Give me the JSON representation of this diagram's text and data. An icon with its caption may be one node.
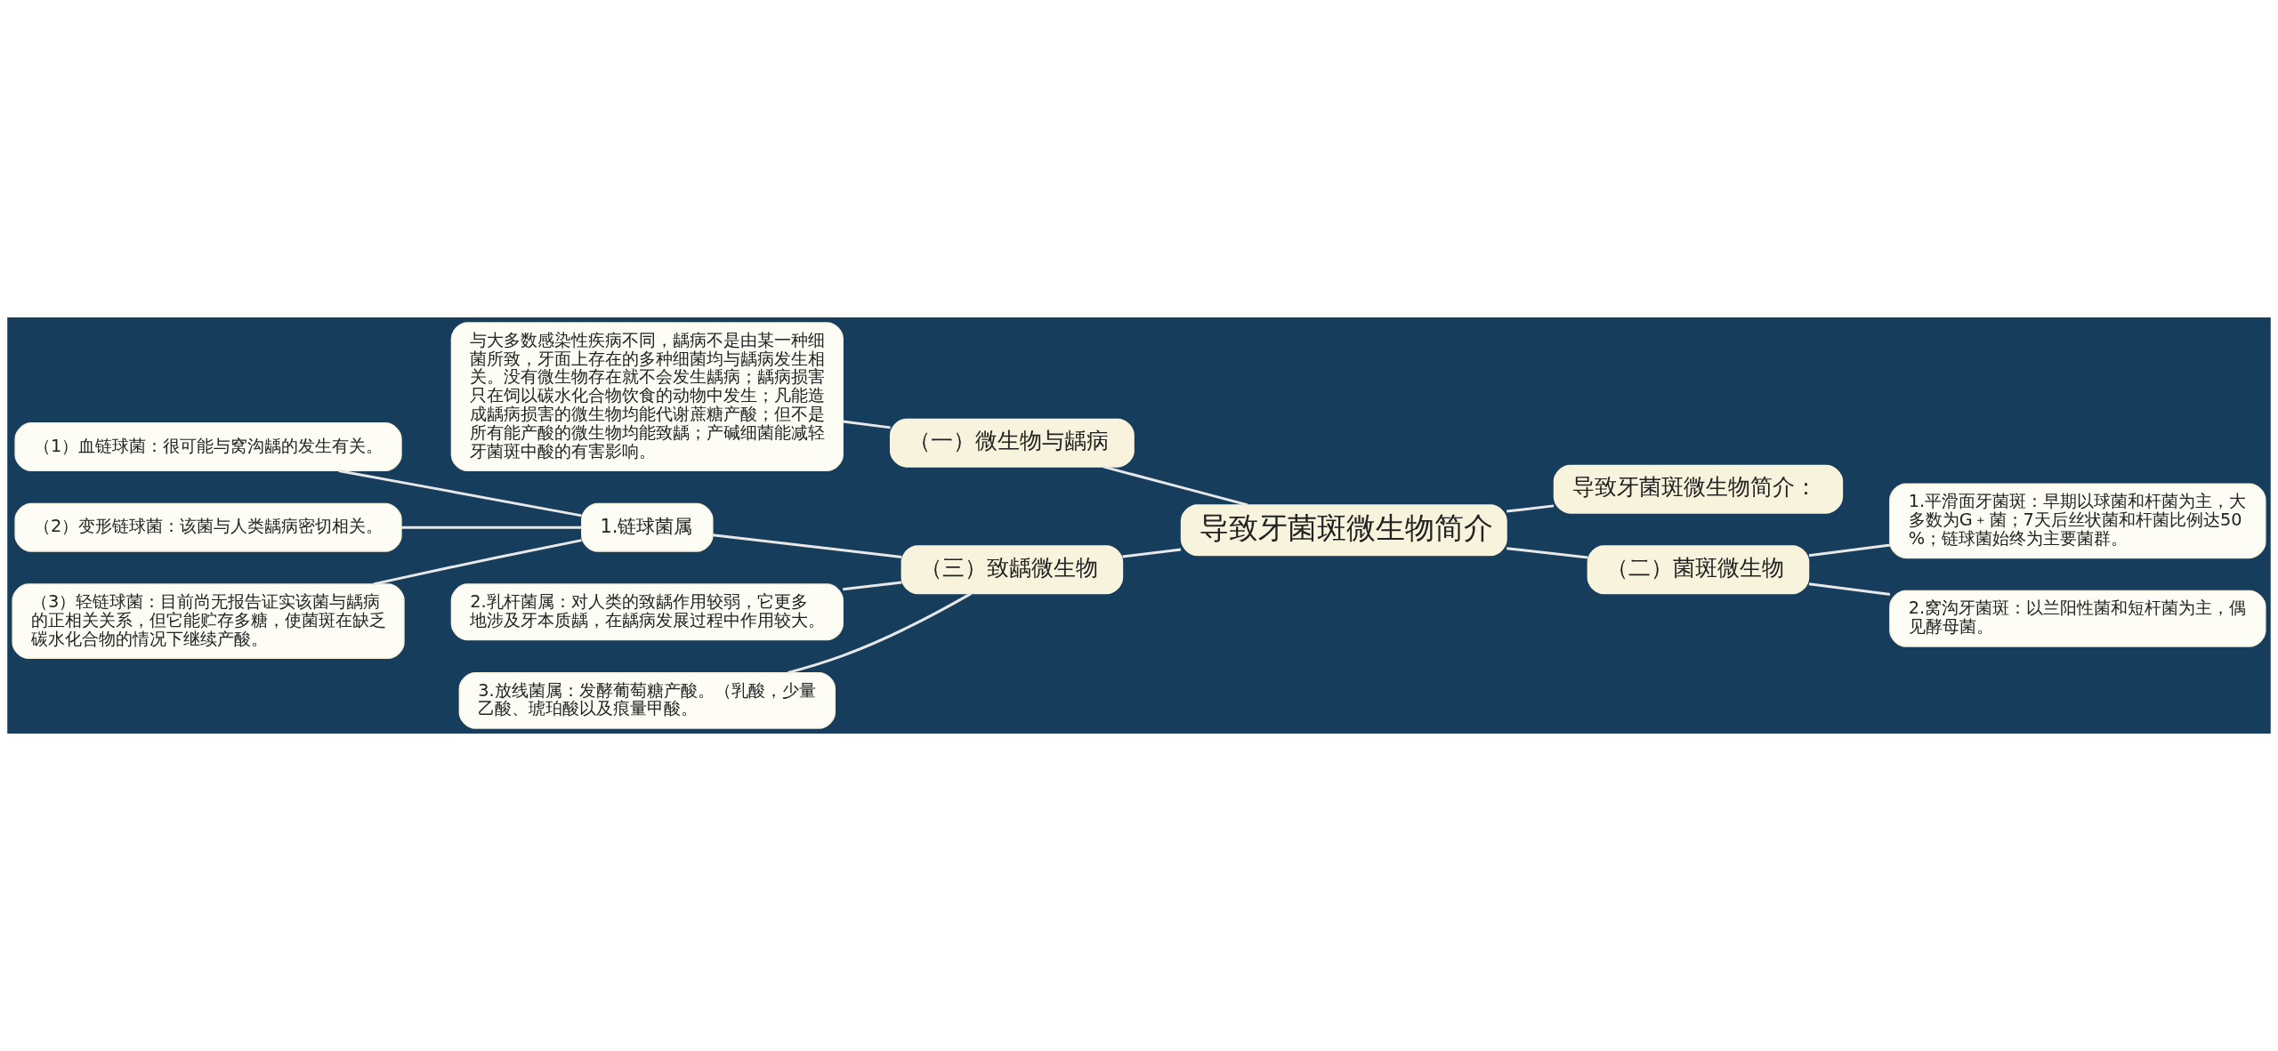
{
  "diagram": {
    "nodes": [
      {
        "text": [
          "导致牙菌斑微生物简介"
        ]
      },
      {
        "text": [
          "（一）微生物与龋病"
        ]
      },
      {
        "text": [
          "与大多数感染性疾病不同，龋病不是由某一种细菌所致，牙面上存在的多种细菌均与龋病发生相关。没有微生物存在就不会发生龋病；龋病损害只在饲以碳水化合物饮食的动物中发生；凡能造成龋病损害的微生物均能代谢蔗糖产酸；但不是所有能产酸的微生物均能致龋；产碱细菌能减轻牙菌斑中酸的有害影响。"
        ]
      },
      {
        "text": [
          "（三）致龋微生物"
        ]
      },
      {
        "text": [
          "1.链球菌属"
        ]
      },
      {
        "text": [
          "（1）血链球菌：很可能与窝沟龋的发生有关。"
        ]
      },
      {
        "text": [
          "（2）变形链球菌：该菌与人类龋病密切相关。"
        ]
      },
      {
        "text": [
          "（3）轻链球菌：目前尚无报告证实该菌与龋病的正相关关系，但它能贮存多糖，使菌斑在缺乏碳水化合物的情况下继续产酸。"
        ]
      },
      {
        "text": [
          "2.乳杆菌属：对人类的致龋作用较弱，它更多地涉及牙本质龋，在龋病发展过程中作用较大。"
        ]
      },
      {
        "text": [
          "3.放线菌属：发酵葡萄糖产酸。（乳酸，少量乙酸、琥珀酸以及痕量甲酸。"
        ]
      },
      {
        "text": [
          "导致牙菌斑微生物简介："
        ]
      },
      {
        "text": [
          "（二）菌斑微生物"
        ]
      },
      {
        "text": [
          "1.平滑面牙菌斑：早期以球菌和杆菌为主，大多数为G﹢菌；7天后丝状菌和杆菌比例达50%；链球菌始终为主要菌群。"
        ]
      },
      {
        "text": [
          "2.窝沟牙菌斑：以兰阳性菌和短杆菌为主，偶见酵母菌。"
        ]
      }
    ],
    "edges": [
      {
        "from": 0,
        "to": 1,
        "arrow": "none"
      },
      {
        "from": 1,
        "to": 2,
        "arrow": "none"
      },
      {
        "from": 0,
        "to": 3,
        "arrow": "none"
      },
      {
        "from": 3,
        "to": 4,
        "arrow": "none"
      },
      {
        "from": 4,
        "to": 5,
        "arrow": "none"
      },
      {
        "from": 4,
        "to": 6,
        "arrow": "none"
      },
      {
        "from": 4,
        "to": 7,
        "arrow": "none"
      },
      {
        "from": 3,
        "to": 8,
        "arrow": "none"
      },
      {
        "from": 3,
        "to": 9,
        "arrow": "none"
      },
      {
        "from": 0,
        "to": 10,
        "arrow": "none"
      },
      {
        "from": 0,
        "to": 11,
        "arrow": "none"
      },
      {
        "from": 11,
        "to": 12,
        "arrow": "none"
      },
      {
        "from": 11,
        "to": 13,
        "arrow": "none"
      }
    ]
  }
}
